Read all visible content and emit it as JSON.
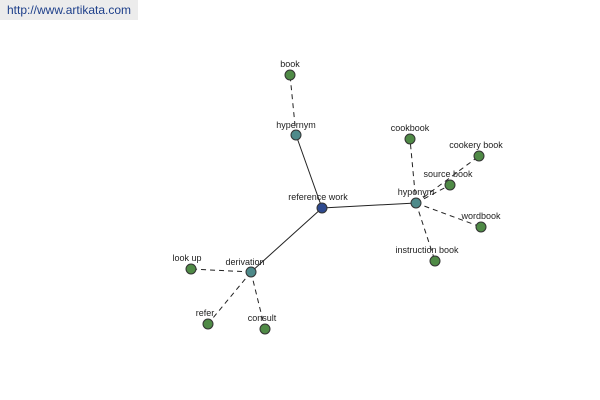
{
  "link": {
    "text": "http://www.artikata.com"
  },
  "colors": {
    "center_node": "#2e4a8f",
    "hub_node": "#4e8a8a",
    "leaf_node": "#4f8a46",
    "edge": "#222222"
  },
  "graph": {
    "center": "reference work",
    "nodes": [
      {
        "id": "reference-work",
        "label": "reference work",
        "kind": "center"
      },
      {
        "id": "hypernym",
        "label": "hypernym",
        "kind": "hub"
      },
      {
        "id": "hyponym",
        "label": "hyponym",
        "kind": "hub"
      },
      {
        "id": "derivation",
        "label": "derivation",
        "kind": "hub"
      },
      {
        "id": "book",
        "label": "book",
        "kind": "leaf"
      },
      {
        "id": "cookbook",
        "label": "cookbook",
        "kind": "leaf"
      },
      {
        "id": "cookery-book",
        "label": "cookery book",
        "kind": "leaf"
      },
      {
        "id": "source-book",
        "label": "source book",
        "kind": "leaf"
      },
      {
        "id": "wordbook",
        "label": "wordbook",
        "kind": "leaf"
      },
      {
        "id": "instruction-book",
        "label": "instruction book",
        "kind": "leaf"
      },
      {
        "id": "look-up",
        "label": "look up",
        "kind": "leaf"
      },
      {
        "id": "refer",
        "label": "refer",
        "kind": "leaf"
      },
      {
        "id": "consult",
        "label": "consult",
        "kind": "leaf"
      }
    ],
    "edges": [
      {
        "from": "reference-work",
        "to": "hypernym",
        "style": "solid"
      },
      {
        "from": "reference-work",
        "to": "hyponym",
        "style": "solid"
      },
      {
        "from": "reference-work",
        "to": "derivation",
        "style": "solid"
      },
      {
        "from": "hypernym",
        "to": "book",
        "style": "dashed"
      },
      {
        "from": "hyponym",
        "to": "cookbook",
        "style": "dashed"
      },
      {
        "from": "hyponym",
        "to": "cookery-book",
        "style": "dashed"
      },
      {
        "from": "hyponym",
        "to": "source-book",
        "style": "dashed"
      },
      {
        "from": "hyponym",
        "to": "wordbook",
        "style": "dashed"
      },
      {
        "from": "hyponym",
        "to": "instruction-book",
        "style": "dashed"
      },
      {
        "from": "derivation",
        "to": "look-up",
        "style": "dashed"
      },
      {
        "from": "derivation",
        "to": "refer",
        "style": "dashed"
      },
      {
        "from": "derivation",
        "to": "consult",
        "style": "dashed"
      }
    ]
  }
}
